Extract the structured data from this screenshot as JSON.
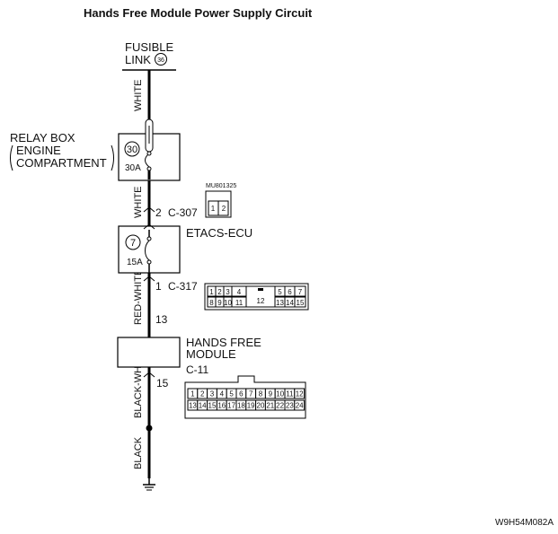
{
  "title": "Hands Free Module Power Supply Circuit",
  "fusible_link": {
    "line1": "FUSIBLE",
    "line2": "LINK",
    "number": "36"
  },
  "relay_box": {
    "line1": "RELAY BOX",
    "line2": "ENGINE",
    "line3": "COMPARTMENT",
    "fuse_number": "30",
    "fuse_rating": "30A"
  },
  "wires": {
    "w1": "WHITE",
    "w2": "WHITE",
    "w3": "RED-WHITE",
    "w4": "BLACK-WHITE",
    "w5": "BLACK"
  },
  "connector_c307": {
    "pin": "2",
    "name": "C-307",
    "part_number": "MU801325",
    "pins": [
      "1",
      "2"
    ]
  },
  "etacs": {
    "label": "ETACS-ECU",
    "fuse_number": "7",
    "fuse_rating": "15A"
  },
  "connector_c317": {
    "pin": "1",
    "name": "C-317",
    "pin_out": "13",
    "top_left": [
      "1",
      "2",
      "3",
      "4"
    ],
    "top_right": [
      "5",
      "6",
      "7"
    ],
    "center": "12",
    "bottom_left": [
      "8",
      "9",
      "10",
      "11"
    ],
    "bottom_right": [
      "13",
      "14",
      "15"
    ]
  },
  "hands_free_module": {
    "line1": "HANDS FREE",
    "line2": "MODULE",
    "connector": "C-11",
    "pin": "15",
    "top_row": [
      "1",
      "2",
      "3",
      "4",
      "5",
      "6",
      "7",
      "8",
      "9",
      "10",
      "11",
      "12"
    ],
    "bottom_row": [
      "13",
      "14",
      "15",
      "16",
      "17",
      "18",
      "19",
      "20",
      "21",
      "22",
      "23",
      "24"
    ]
  },
  "footer_code": "W9H54M082A"
}
